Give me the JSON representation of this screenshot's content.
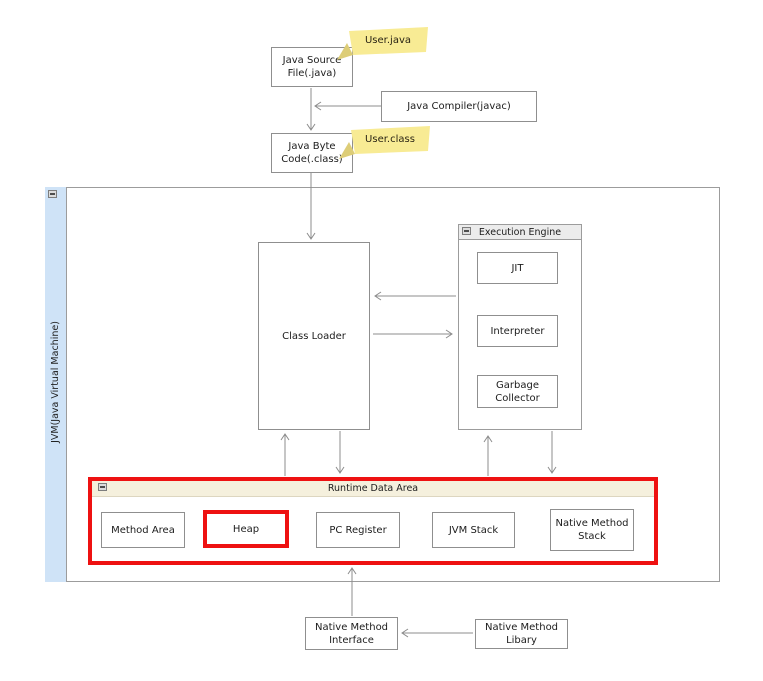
{
  "colors": {
    "highlight_red": "#ee1111",
    "note_yellow": "#f8eb94",
    "note_fold": "#ddcd77",
    "jvm_strip_blue": "#cfe3f7",
    "ee_header_gray": "#ececec",
    "runtime_header_cream": "#f5f0dd",
    "connector_gray": "#8c8c8c",
    "box_border_gray": "#8f8f8f"
  },
  "top": {
    "source_file": {
      "line1": "Java Source",
      "line2": "File(.java)"
    },
    "note_java": "User.java",
    "compiler": "Java Compiler(javac)",
    "byte_code": {
      "line1": "Java Byte",
      "line2": "Code(.class)"
    },
    "note_class": "User.class"
  },
  "jvm": {
    "label": "JVM(Java Virtual Machine)",
    "class_loader": "Class Loader",
    "execution_engine": {
      "title": "Execution Engine",
      "jit": "JIT",
      "interpreter": "Interpreter",
      "gc": {
        "line1": "Garbage",
        "line2": "Collector"
      }
    },
    "runtime": {
      "title": "Runtime Data Area",
      "method_area": "Method Area",
      "heap": "Heap",
      "pc_register": "PC Register",
      "jvm_stack": "JVM Stack",
      "native_stack": {
        "line1": "Native Method",
        "line2": "Stack"
      }
    }
  },
  "bottom": {
    "interface": {
      "line1": "Native Method",
      "line2": "Interface"
    },
    "library": {
      "line1": "Native Method",
      "line2": "Libary"
    }
  }
}
